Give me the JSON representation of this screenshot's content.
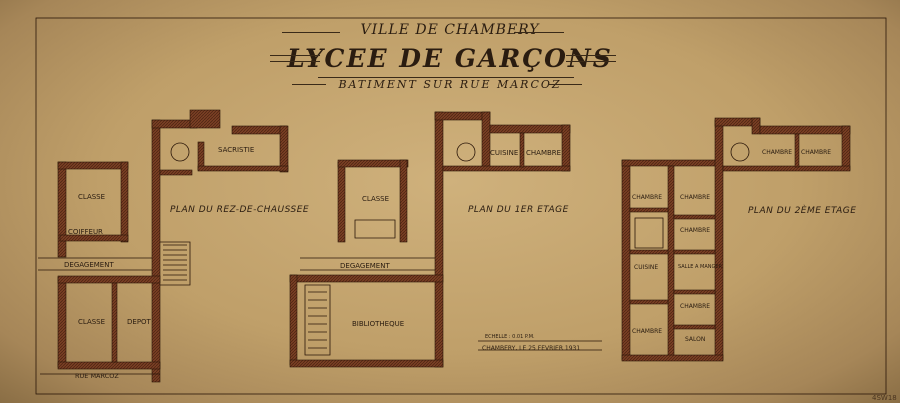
{
  "title": {
    "line1": "VILLE DE CHAMBERY",
    "line2": "LYCEE DE GARÇONS",
    "line3": "BATIMENT SUR RUE MARCOZ"
  },
  "plans": {
    "ground": "PLAN DU REZ-DE-CHAUSSEE",
    "first": "PLAN DU 1ER ETAGE",
    "second": "PLAN DU 2ÈME ETAGE"
  },
  "rooms": {
    "sacristie": "SACRISTIE",
    "classe_left": "CLASSE",
    "coiffeur": "COIFFEUR",
    "degagement_ground": "DEGAGEMENT",
    "classe_bottom": "CLASSE",
    "depot": "DEPOT",
    "classe_middle": "CLASSE",
    "degagement_first": "DEGAGEMENT",
    "bibliotheque": "BIBLIOTHEQUE",
    "cuisine_top": "CUISINE",
    "chambre_top": "CHAMBRE",
    "chambre_2a": "CHAMBRE",
    "chambre_2b": "CHAMBRE",
    "chambre_2c": "CHAMBRE",
    "cuisine_2": "CUISINE",
    "salle_a_manger": "SALLE A MANGER",
    "chambre_2d": "CHAMBRE",
    "chambre_2e": "CHAMBRE",
    "salon": "SALON",
    "chambre_2f": "CHAMBRE",
    "chambre_2g": "CHAMBRE"
  },
  "notes": {
    "echelle": "ECHELLE : 0.01 P.M.",
    "date": "CHAMBERY, LE 25 FEVRIER 1931",
    "rue": "RUE MARCOZ",
    "corner": "4SW18"
  }
}
